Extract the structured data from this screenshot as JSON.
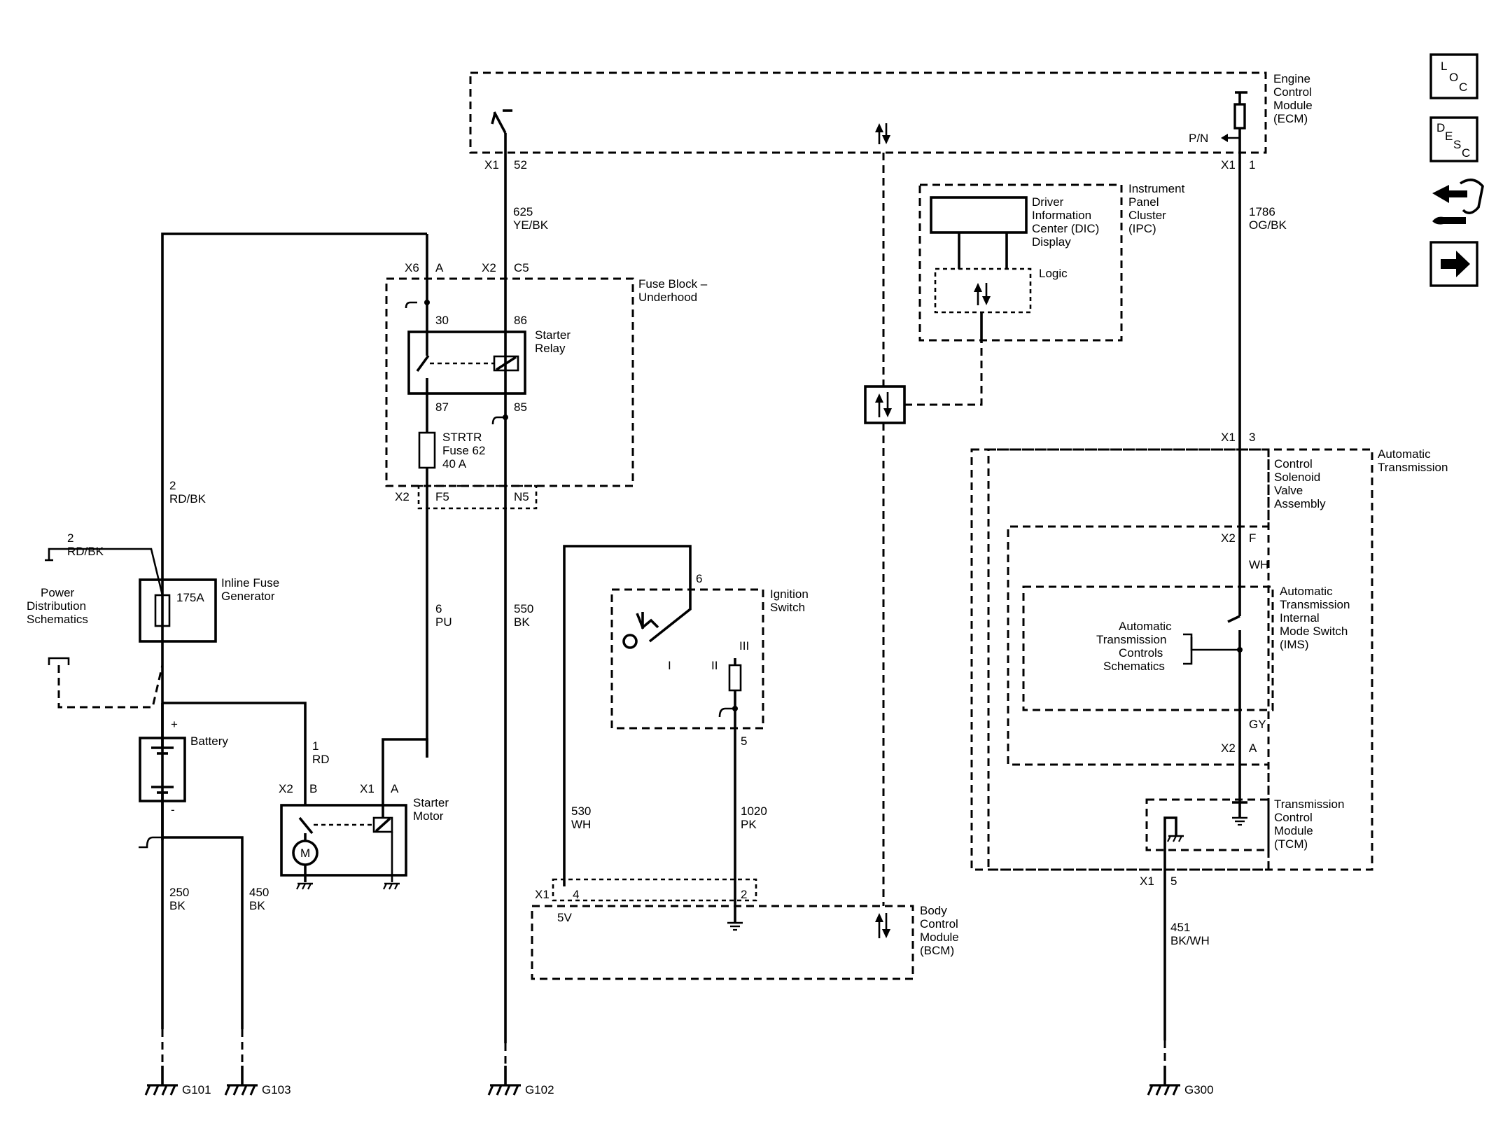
{
  "modules": {
    "ecm": [
      "Engine",
      "Control",
      "Module",
      "(ECM)"
    ],
    "ipc": [
      "Instrument",
      "Panel",
      "Cluster",
      "(IPC)"
    ],
    "dic": [
      "Driver",
      "Information",
      "Center (DIC)",
      "Display"
    ],
    "logic": "Logic",
    "fuse_block": [
      "Fuse Block –",
      "Underhood"
    ],
    "starter_relay": [
      "Starter",
      "Relay"
    ],
    "strtr_fuse": [
      "STRTR",
      "Fuse 62",
      "40 A"
    ],
    "inline_fuse": [
      "Inline Fuse",
      "Generator"
    ],
    "inline_fuse_rating": "175A",
    "power_dist": [
      "Power",
      "Distribution",
      "Schematics"
    ],
    "battery": "Battery",
    "battery_plus": "+",
    "battery_minus": "-",
    "starter_motor": [
      "Starter",
      "Motor"
    ],
    "motor_symbol": "M",
    "ignition_switch": [
      "Ignition",
      "Switch"
    ],
    "ign_positions": [
      "I",
      "II",
      "III"
    ],
    "bcm": [
      "Body",
      "Control",
      "Module",
      "(BCM)"
    ],
    "bcm_5v": "5V",
    "auto_trans": [
      "Automatic",
      "Transmission"
    ],
    "control_valve": [
      "Control",
      "Solenoid",
      "Valve",
      "Assembly"
    ],
    "ims": [
      "Automatic",
      "Transmission",
      "Internal",
      "Mode Switch",
      "(IMS)"
    ],
    "atc_schematics": [
      "Automatic",
      "Transmission",
      "Controls",
      "Schematics"
    ],
    "tcm": [
      "Transmission",
      "Control",
      "Module",
      "(TCM)"
    ]
  },
  "connectors": {
    "ecm_x1": "X1",
    "ecm_52": "52",
    "ecm_x1r": "X1",
    "ecm_1": "1",
    "ecm_pn": "P/N",
    "fb_x6": "X6",
    "fb_a": "A",
    "fb_x2": "X2",
    "fb_c5": "C5",
    "relay_30": "30",
    "relay_86": "86",
    "relay_87": "87",
    "relay_85": "85",
    "fb_x2b": "X2",
    "fb_f5": "F5",
    "fb_n5": "N5",
    "ign_6": "6",
    "ign_5": "5",
    "bcm_x1": "X1",
    "bcm_4": "4",
    "bcm_2": "2",
    "sm_x2": "X2",
    "sm_b": "B",
    "sm_x1": "X1",
    "sm_a": "A",
    "at_x1": "X1",
    "at_3": "3",
    "at_x2f": "X2",
    "at_f": "F",
    "at_x2a": "X2",
    "at_a": "A",
    "tcm_x1": "X1",
    "tcm_5": "5"
  },
  "wires": {
    "w625": [
      "625",
      "YE/BK"
    ],
    "w1786": [
      "1786",
      "OG/BK"
    ],
    "w2a": [
      "2",
      "RD/BK"
    ],
    "w2b": [
      "2",
      "RD/BK"
    ],
    "w6": [
      "6",
      "PU"
    ],
    "w550": [
      "550",
      "BK"
    ],
    "w1": [
      "1",
      "RD"
    ],
    "w250": [
      "250",
      "BK"
    ],
    "w450": [
      "450",
      "BK"
    ],
    "w530": [
      "530",
      "WH"
    ],
    "w1020": [
      "1020",
      "PK"
    ],
    "wwh": "WH",
    "wgy": "GY",
    "w451": [
      "451",
      "BK/WH"
    ]
  },
  "grounds": {
    "g101": "G101",
    "g103": "G103",
    "g102": "G102",
    "g300": "G300"
  },
  "side_icons": {
    "loc": [
      "L",
      "O",
      "C"
    ],
    "desc": [
      "D",
      "E",
      "S",
      "C"
    ]
  },
  "side_icon_names": [
    "loc-icon",
    "desc-icon",
    "connector-end-view-icon",
    "next-arrow-icon"
  ]
}
